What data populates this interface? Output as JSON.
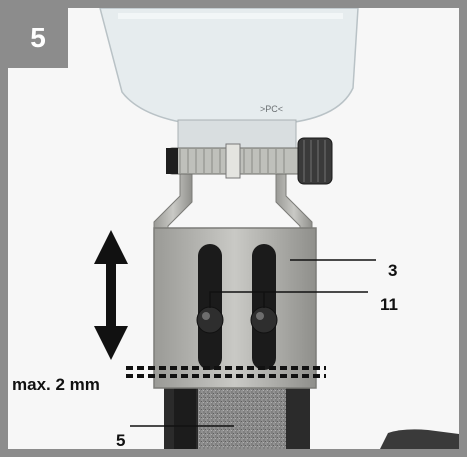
{
  "step": {
    "number": "5"
  },
  "callouts": {
    "part_3": "3",
    "part_11": "11",
    "gap": "max. 2 mm",
    "part_5": "5"
  },
  "guard": {
    "marking": ">PC<"
  },
  "colors": {
    "frame": "#8c8c8c",
    "guard_plastic": "#e6ecee",
    "bracket_metal": "#b4b4b0",
    "wheel": "#2a2a2a",
    "abrasive": "#8e8e8e"
  },
  "icons": {
    "direction": "double-arrow-vertical-icon"
  }
}
